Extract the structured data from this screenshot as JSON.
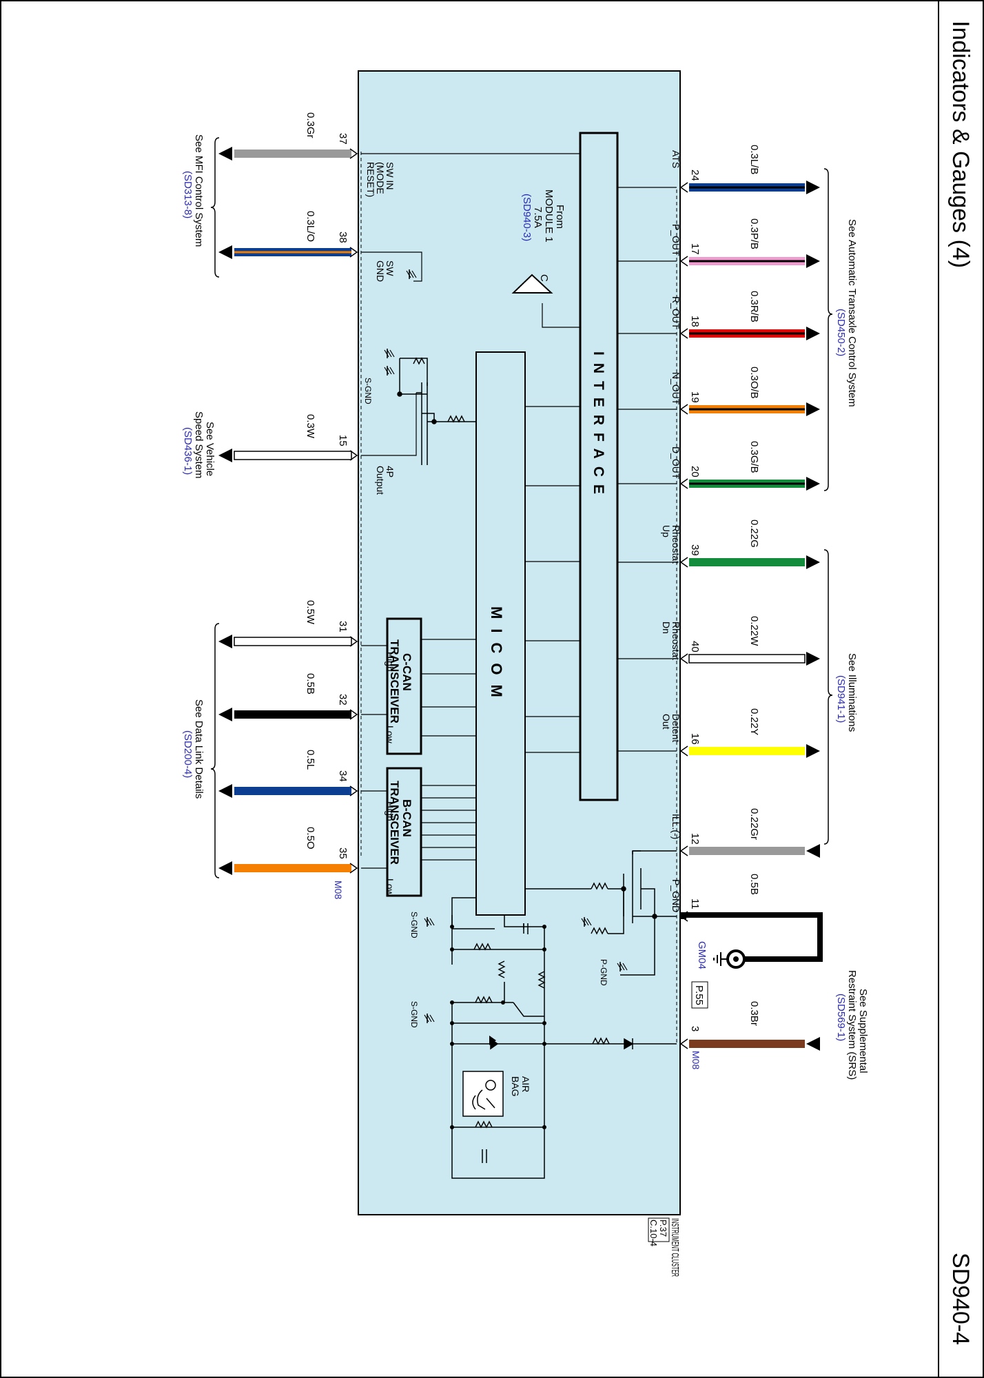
{
  "header": {
    "title": "Indicators & Gauges (4)",
    "code": "SD940-4"
  },
  "cluster": {
    "name": "INSTRUMENT CLUSTER",
    "page_ref": "P.37",
    "conn_ref": "C.10-4"
  },
  "blocks": {
    "interface": "INTERFACE",
    "micom": "MICOM",
    "ccan": [
      "C-CAN",
      "TRANSCEIVER"
    ],
    "bcan": [
      "B-CAN",
      "TRANSCEIVER"
    ]
  },
  "fuse": {
    "symbol": "C",
    "lines": [
      "From",
      "MODULE 1",
      "7.5A"
    ],
    "ref": "(SD940-3)"
  },
  "left_pins": [
    {
      "pin": "37",
      "wire": "0.3Gr",
      "labels": [
        "SW IN",
        "(MODE",
        "RESET)"
      ]
    },
    {
      "pin": "38",
      "wire": "0.3L/O",
      "labels": [
        "SW",
        "GND"
      ]
    },
    {
      "pin": "15",
      "wire": "0.3W",
      "labels": [
        "4P",
        "Output"
      ]
    },
    {
      "pin": "31",
      "wire": "0.5W",
      "labels": [
        "High"
      ]
    },
    {
      "pin": "32",
      "wire": "0.5B",
      "labels": [
        "Low"
      ]
    },
    {
      "pin": "34",
      "wire": "0.5L",
      "labels": [
        "High"
      ]
    },
    {
      "pin": "35",
      "wire": "0.5O",
      "labels": [
        "Low"
      ]
    }
  ],
  "right_pins": [
    {
      "pin": "24",
      "wire": "0.3L/B",
      "labels": [
        "ATS"
      ]
    },
    {
      "pin": "17",
      "wire": "0.3P/B",
      "labels": [
        "P_OUT"
      ]
    },
    {
      "pin": "18",
      "wire": "0.3R/B",
      "labels": [
        "R_OUT"
      ]
    },
    {
      "pin": "19",
      "wire": "0.3O/B",
      "labels": [
        "N_OUT"
      ]
    },
    {
      "pin": "20",
      "wire": "0.3G/B",
      "labels": [
        "D_OUT"
      ]
    },
    {
      "pin": "39",
      "wire": "0.22G",
      "labels": [
        "Rheostat",
        "Up"
      ]
    },
    {
      "pin": "40",
      "wire": "0.22W",
      "labels": [
        "Rheostat",
        "Dn"
      ]
    },
    {
      "pin": "16",
      "wire": "0.22Y",
      "labels": [
        "Detent",
        "Out"
      ]
    },
    {
      "pin": "12",
      "wire": "0.22Gr",
      "labels": [
        "ILL.(-)"
      ]
    },
    {
      "pin": "11",
      "wire": "0.5B",
      "labels": [
        "P_GND"
      ]
    },
    {
      "pin": "3",
      "wire": "0.3Br",
      "labels": []
    }
  ],
  "refs_left": [
    {
      "lines": [
        "See MFI Control System"
      ],
      "ref": "(SD313-8)"
    },
    {
      "lines": [
        "See Vehicle",
        "Speed System"
      ],
      "ref": "(SD436-1)"
    },
    {
      "lines": [
        "See Data Link Details"
      ],
      "ref": "(SD200-4)"
    }
  ],
  "refs_right": [
    {
      "lines": [
        "See Automatic Transaxle Control System"
      ],
      "ref": "(SD450-2)"
    },
    {
      "lines": [
        "See Illuminations"
      ],
      "ref": "(SD941-1)"
    },
    {
      "lines": [
        "See Supplemental",
        "Restraint System (SRS)"
      ],
      "ref": "(SD569-1)"
    }
  ],
  "connector_left": "M08",
  "connector_right": "M08",
  "ground": {
    "name": "GM04",
    "page": "P.55"
  },
  "misc": {
    "sgnd": "S-GND",
    "pgnd": "P-GND",
    "airbag": [
      "AIR",
      "BAG"
    ]
  },
  "colors": {
    "panel": "#cce9f1",
    "link": "#2b2bb5"
  },
  "wire_colors": {
    "37": [
      "#999999",
      "#999999"
    ],
    "38": [
      "#0b3d91",
      "#f07e00"
    ],
    "15": [
      "#ffffff",
      "#ffffff"
    ],
    "31": [
      "#ffffff",
      "#ffffff"
    ],
    "32": [
      "#000000",
      "#000000"
    ],
    "34": [
      "#0b3d91",
      "#0b3d91"
    ],
    "35": [
      "#f57f00",
      "#f57f00"
    ],
    "24": [
      "#0b3d91",
      "#000000"
    ],
    "17": [
      "#f29bd0",
      "#000000"
    ],
    "18": [
      "#e00000",
      "#000000"
    ],
    "19": [
      "#f57f00",
      "#000000"
    ],
    "20": [
      "#138c3b",
      "#000000"
    ],
    "39": [
      "#138c3b",
      "#138c3b"
    ],
    "40": [
      "#ffffff",
      "#ffffff"
    ],
    "16": [
      "#ffff00",
      "#ffff00"
    ],
    "12": [
      "#999999",
      "#999999"
    ],
    "11": [
      "#000000",
      "#000000"
    ],
    "3": [
      "#7a3b1e",
      "#7a3b1e"
    ]
  }
}
